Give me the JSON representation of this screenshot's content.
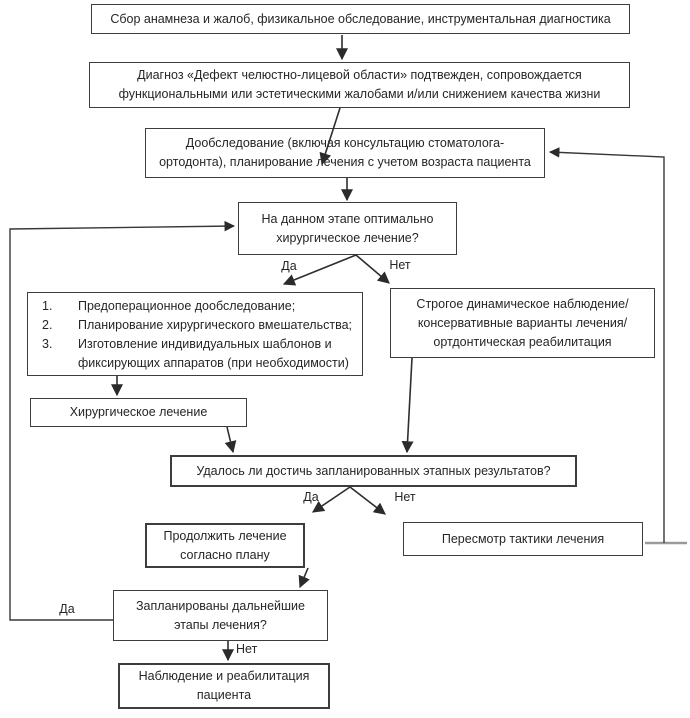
{
  "flowchart": {
    "boxes": {
      "collect": "Сбор анамнеза и жалоб, физикальное обследование, инструментальная диагностика",
      "diagnosis": "Диагноз «Дефект челюстно-лицевой области» подтвежден, сопровождается\nфункциональными или эстетическими жалобами и/или снижением качества жизни",
      "workup": "Дообследование (включая консультацию стоматолога-\nортодонта), планирование лечения с учетом возраста пациента",
      "q_optimal": "На данном этапе оптимально\nхирургическое лечение?",
      "procedure_items": [
        {
          "num": "1.",
          "text": "Предоперационное дообследование;"
        },
        {
          "num": "2.",
          "text": "Планирование хирургического вмешательства;"
        },
        {
          "num": "3.",
          "text": "Изготовление индивидуальных шаблонов и\nфиксирующих аппаратов (при необходимости)"
        }
      ],
      "surgery": "Хирургическое лечение",
      "conservative": "Строгое динамическое наблюдение/\nконсервативные варианты лечения/\nортдонтическая реабилитация",
      "q_results": "Удалось ли достичь запланированных этапных результатов?",
      "continue_plan": "Продолжить лечение\nсогласно плану",
      "revision": "Пересмотр тактики лечения",
      "q_planned": "Запланированы дальнейшие\nэтапы лечения?",
      "observation": "Наблюдение и реабилитация\nпациента"
    },
    "labels": {
      "yes": "Да",
      "no": "Нет"
    },
    "colors": {
      "background": "#ffffff",
      "box_border": "#3d3d3d",
      "line": "#2e2e2e",
      "text": "#262626"
    }
  }
}
